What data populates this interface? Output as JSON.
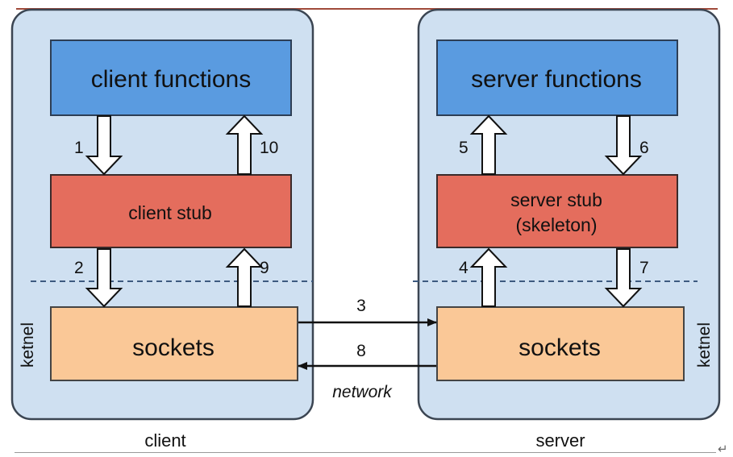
{
  "client": {
    "title": "client",
    "functions_label": "client functions",
    "stub_label": "client stub",
    "sockets_label": "sockets",
    "kernel_label": "ketnel"
  },
  "server": {
    "title": "server",
    "functions_label": "server functions",
    "stub_line1": "server stub",
    "stub_line2": "(skeleton)",
    "sockets_label": "sockets",
    "kernel_label": "ketnel"
  },
  "steps": {
    "s1": "1",
    "s2": "2",
    "s3": "3",
    "s4": "4",
    "s5": "5",
    "s6": "6",
    "s7": "7",
    "s8": "8",
    "s9": "9",
    "s10": "10"
  },
  "network_label": "network",
  "return_mark": "↵",
  "colors": {
    "panel_fill": "#cfe0f1",
    "panel_stroke": "#3b4552",
    "functions_fill": "#5a9be0",
    "stub_fill": "#e46d5d",
    "sockets_fill": "#fac897",
    "dashed_line": "#3d5a80"
  }
}
